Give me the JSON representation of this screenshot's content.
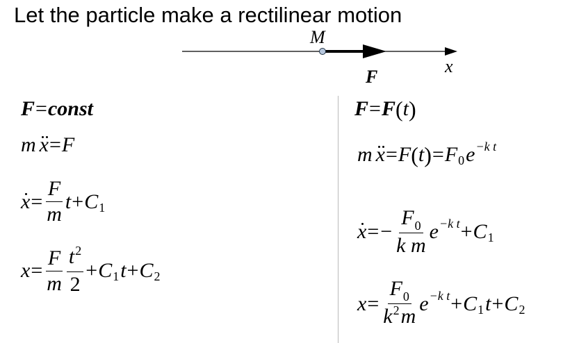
{
  "heading": "Let the particle make a rectilinear motion",
  "diagram": {
    "point_label": "M",
    "axis_label": "x",
    "force_label": "F"
  },
  "left": {
    "title_F": "F",
    "title_eq": "=",
    "title_const": "const",
    "eq1": {
      "m": "m",
      "x": "x",
      "eq": "=",
      "F": "F"
    },
    "eq2": {
      "x": "x",
      "eq": "=",
      "num": "F",
      "den": "m",
      "t": "t",
      "plus": "+",
      "C": "C",
      "sub": "1"
    },
    "eq3": {
      "x": "x",
      "eq": "=",
      "num1": "F",
      "den1": "m",
      "num2": "t",
      "sup2": "2",
      "den2": "2",
      "plus1": "+",
      "C1": "C",
      "sub1": "1",
      "t": "t",
      "plus2": "+",
      "C2": "C",
      "sub2": "2"
    }
  },
  "right": {
    "title_F": "F",
    "title_eq": "=",
    "title_F2": "F",
    "title_lp": "(",
    "title_t": "t",
    "title_rp": ")",
    "eq1": {
      "m": "m",
      "x": "x",
      "eq1": "=",
      "F": "F",
      "lp": "(",
      "t": "t",
      "rp": ")",
      "eq2": "=",
      "F0": "F",
      "sub0": "0",
      "e": "e",
      "exp": "−k t"
    },
    "eq2": {
      "x": "x",
      "eq": "=",
      "minus": "−",
      "num": "F",
      "numsub": "0",
      "den": "k m",
      "e": "e",
      "exp": "−k t",
      "plus": "+",
      "C": "C",
      "sub": "1"
    },
    "eq3": {
      "x": "x",
      "eq": "=",
      "num": "F",
      "numsub": "0",
      "den_k": "k",
      "den_sup": "2",
      "den_m": "m",
      "e": "e",
      "exp": "−k t",
      "plus1": "+",
      "C1": "C",
      "sub1": "1",
      "t": "t",
      "plus2": "+",
      "C2": "C",
      "sub2": "2"
    }
  }
}
